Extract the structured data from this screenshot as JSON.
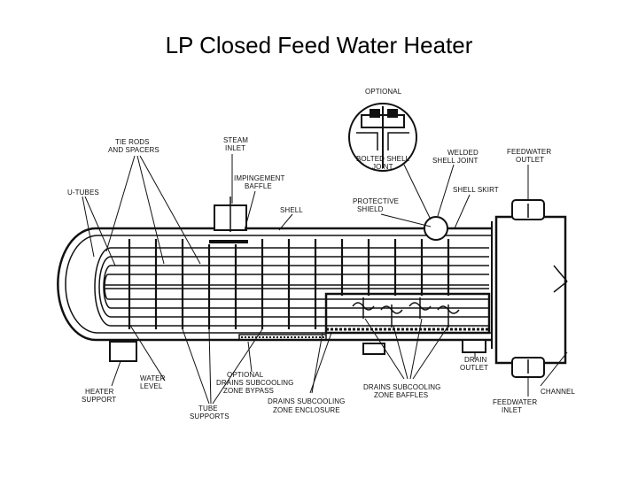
{
  "title": "LP Closed Feed Water Heater",
  "labels": {
    "optional_top": "OPTIONAL",
    "bolted_joint_1": "BOLTED SHELL",
    "bolted_joint_2": "JOINT",
    "welded_joint_1": "WELDED",
    "welded_joint_2": "SHELL JOINT",
    "feedwater_outlet_1": "FEEDWATER",
    "feedwater_outlet_2": "OUTLET",
    "tie_rods_1": "TIE RODS",
    "tie_rods_2": "AND SPACERS",
    "steam_inlet_1": "STEAM",
    "steam_inlet_2": "INLET",
    "impingement_1": "IMPINGEMENT",
    "impingement_2": "BAFFLE",
    "utubes": "U-TUBES",
    "shell": "SHELL",
    "protective_1": "PROTECTIVE",
    "protective_2": "SHIELD",
    "shell_skirt": "SHELL SKIRT",
    "drain_1": "DRAIN",
    "drain_2": "OUTLET",
    "heater_support_1": "HEATER",
    "heater_support_2": "SUPPORT",
    "water_level_1": "WATER",
    "water_level_2": "LEVEL",
    "bypass_1": "OPTIONAL",
    "bypass_2": "DRAINS SUBCOOLING",
    "bypass_3": "ZONE BYPASS",
    "tube_supports_1": "TUBE",
    "tube_supports_2": "SUPPORTS",
    "enclosure_1": "DRAINS SUBCOOLING",
    "enclosure_2": "ZONE ENCLOSURE",
    "baffles_1": "DRAINS SUBCOOLING",
    "baffles_2": "ZONE BAFFLES",
    "feedwater_inlet_1": "FEEDWATER",
    "feedwater_inlet_2": "INLET",
    "channel": "CHANNEL"
  }
}
